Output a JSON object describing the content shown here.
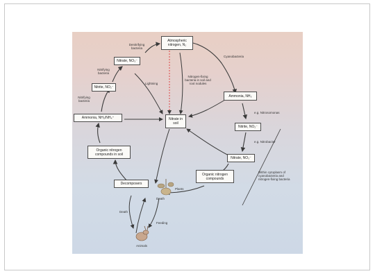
{
  "diagram": {
    "boxes": {
      "atmospheric_nitrogen": "Atmospheric nitrogen, N₂",
      "nitrate_top": "Nitrate, NO₃⁻",
      "nitrite_left": "Nitrite, NO₂⁻",
      "ammonia_left": "Ammonia, NH₃/NH₄⁺",
      "ammonia_right": "Ammonia, NH₃",
      "nitrite_right": "Nitrite, NO₂⁻",
      "nitrate_right": "Nitrate, NO₃⁻",
      "nitrate_soil": "Nitrate in soil",
      "organic_soil": "Organic nitrogen compounds in soil",
      "organic_plant": "Organic nitrogen compounds",
      "decomposers": "Decomposers"
    },
    "labels": {
      "denitrifying": "Denitrifying bacteria",
      "cyanobacteria": "Cyanobacteria",
      "lightning": "Lightning",
      "fixing_bacteria": "Nitrogen-fixing bacteria in soil and root nodules",
      "nitrifying_top": "Nitrifying bacteria",
      "nitrifying_left": "Nitrifying bacteria",
      "nitrosomonas": "e.g. Nitrosomonas",
      "nitrobacter": "e.g. Nitrobacter",
      "within_cytoplasm": "Within cytoplasm of cyanobacteria and nitrogen-fixing bacteria",
      "plants": "Plants",
      "death_top": "Death",
      "death_left": "Death",
      "feeding": "Feeding",
      "animals": "Animals"
    }
  }
}
